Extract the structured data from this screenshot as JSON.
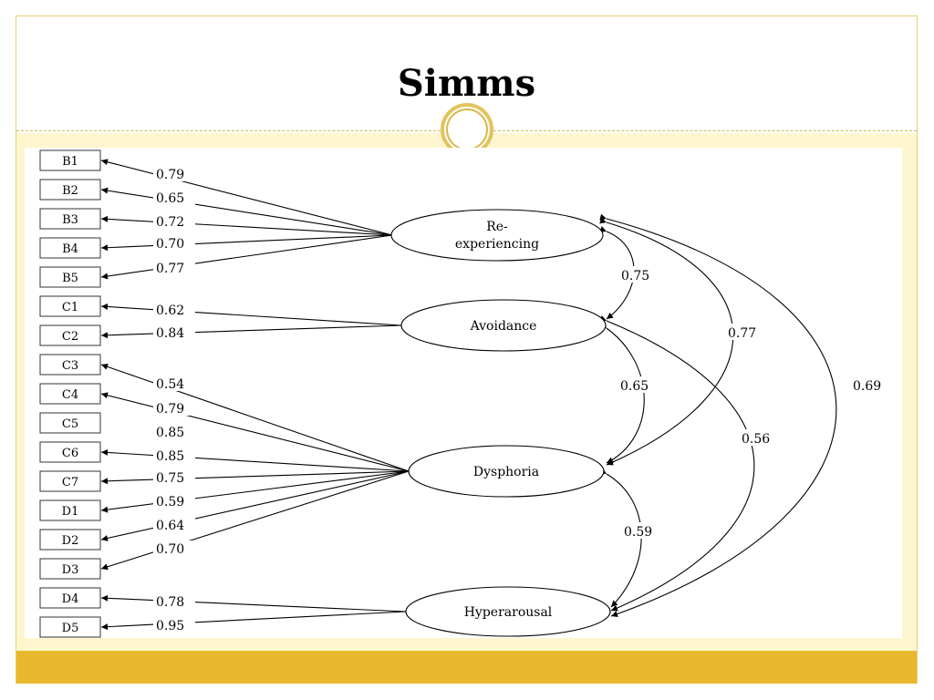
{
  "slide": {
    "title": "Simms",
    "accent_color": "#e8b82e",
    "band_color": "#fdf6cf"
  },
  "diagram": {
    "indicators": [
      "B1",
      "B2",
      "B3",
      "B4",
      "B5",
      "C1",
      "C2",
      "C3",
      "C4",
      "C5",
      "C6",
      "C7",
      "D1",
      "D2",
      "D3",
      "D4",
      "D5"
    ],
    "factors": {
      "reexp_line1": "Re-",
      "reexp_line2": "experiencing",
      "avoid": "Avoidance",
      "dysph": "Dysphoria",
      "hyper": "Hyperarousal"
    },
    "loadings": {
      "reexp": [
        "0.79",
        "0.65",
        "0.72",
        "0.70",
        "0.77"
      ],
      "avoid": [
        "0.62",
        "0.84"
      ],
      "dysph": [
        "0.54",
        "0.79",
        "0.85",
        "0.85",
        "0.75",
        "0.59",
        "0.64",
        "0.70"
      ],
      "hyper": [
        "0.78",
        "0.95"
      ]
    },
    "correlations": {
      "reexp_avoid": "0.75",
      "reexp_dysph": "0.77",
      "reexp_hyper": "0.69",
      "avoid_dysph": "0.65",
      "avoid_hyper": "0.56",
      "dysph_hyper": "0.59"
    }
  }
}
